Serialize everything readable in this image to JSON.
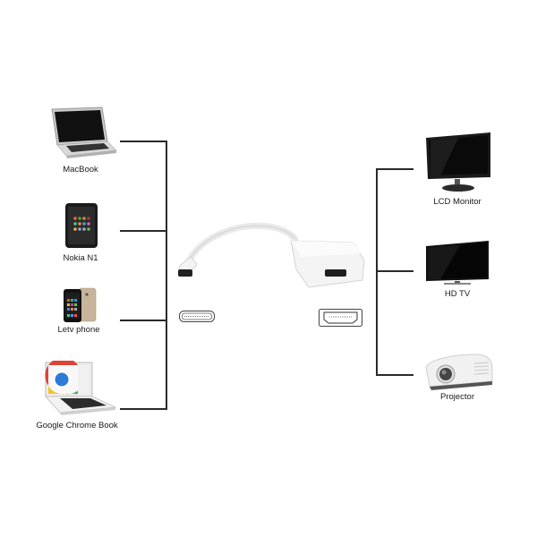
{
  "diagram": {
    "type": "connection-diagram",
    "center": {
      "adapter": "usb-c-to-hdmi-adapter",
      "input_port_icon": "usb-c-port-icon",
      "output_port_icon": "hdmi-port-icon"
    },
    "sources": [
      {
        "label": "MacBook",
        "icon": "laptop-icon"
      },
      {
        "label": "Nokia N1",
        "icon": "tablet-icon"
      },
      {
        "label": "Letv phone",
        "icon": "smartphone-icon"
      },
      {
        "label": "Google Chrome Book",
        "icon": "chromebook-icon"
      }
    ],
    "outputs": [
      {
        "label": "LCD Monitor",
        "icon": "monitor-icon"
      },
      {
        "label": "HD TV",
        "icon": "tv-icon"
      },
      {
        "label": "Projector",
        "icon": "projector-icon"
      }
    ],
    "colors": {
      "line": "#2a2a2a",
      "background": "#ffffff",
      "adapter": "#f2f2f2"
    }
  }
}
